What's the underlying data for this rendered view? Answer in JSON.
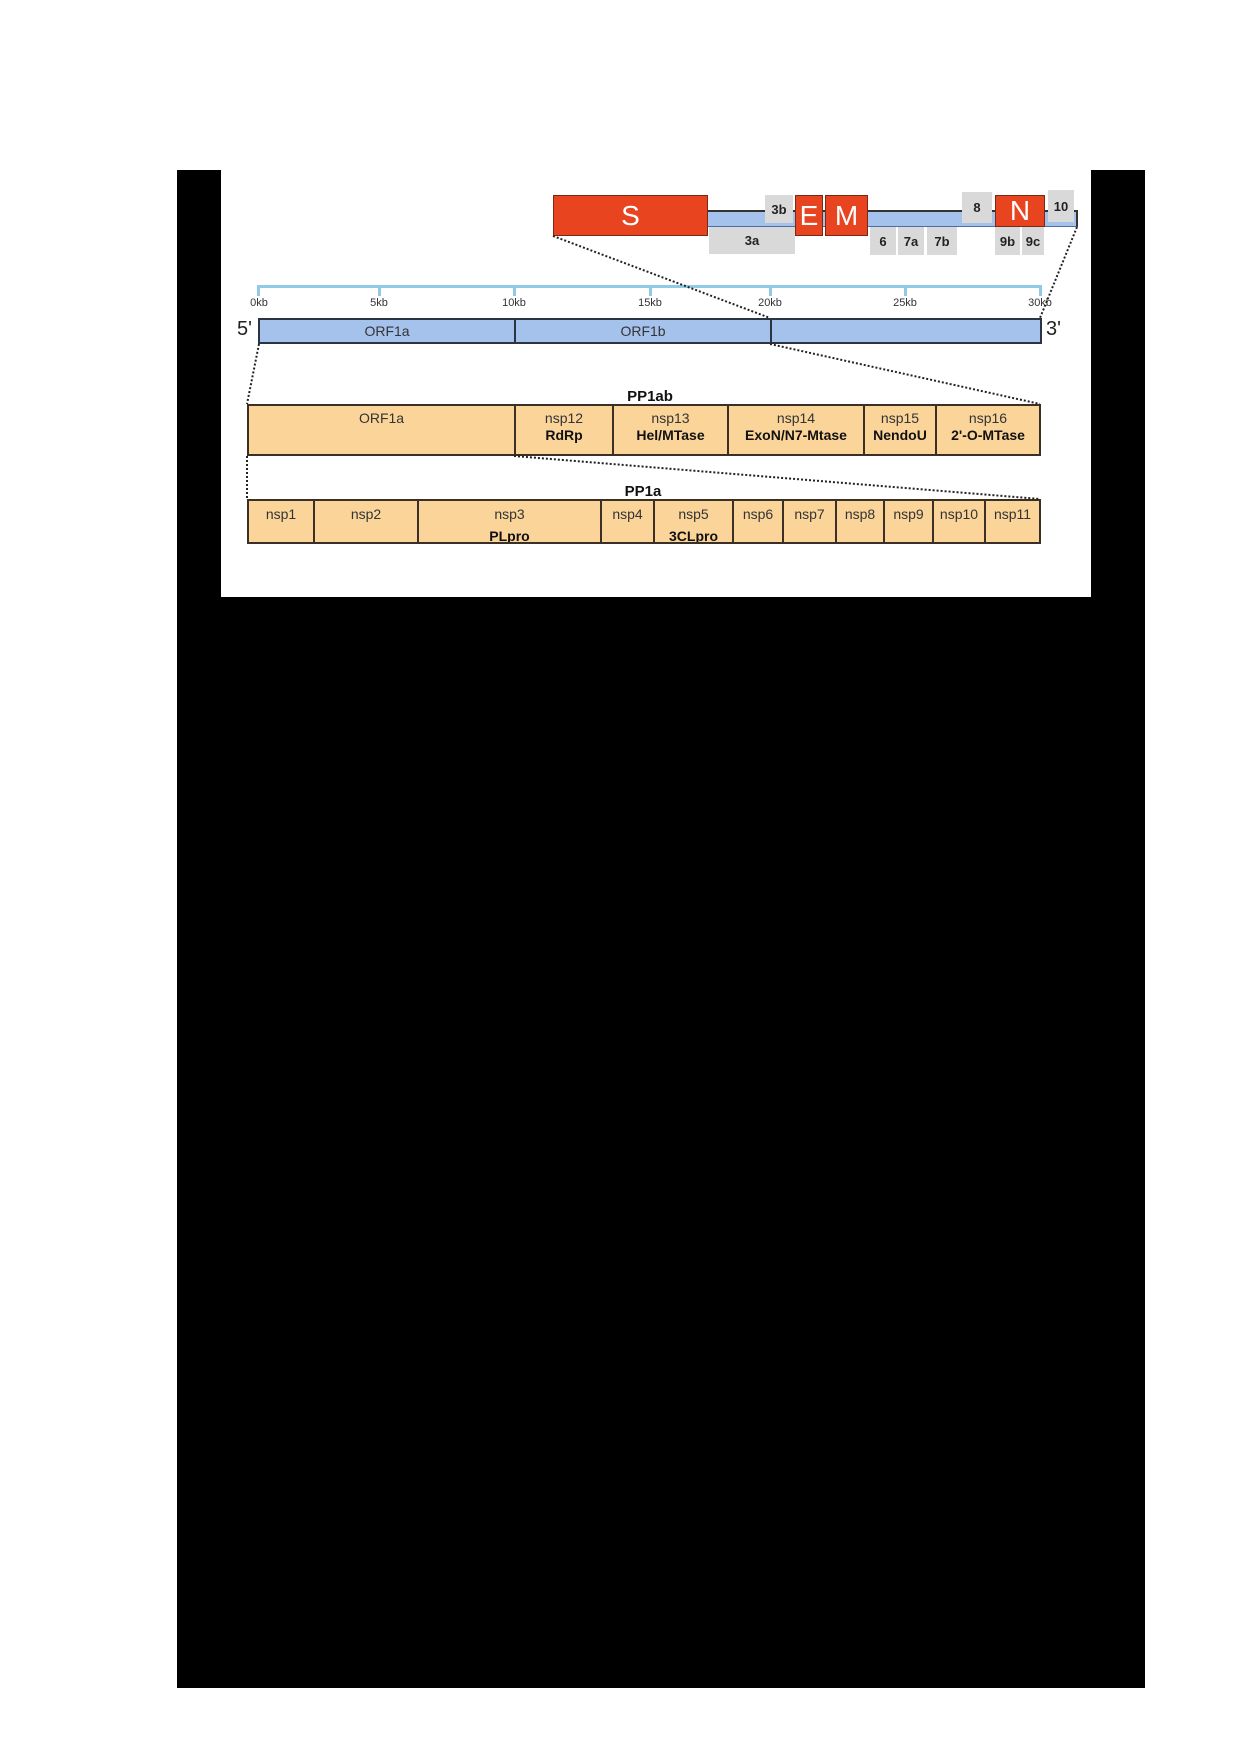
{
  "structural_genes": [
    {
      "label": "S",
      "color": "#e8441f"
    },
    {
      "label": "E",
      "color": "#e8441f"
    },
    {
      "label": "M",
      "color": "#e8441f"
    },
    {
      "label": "N",
      "color": "#e8441f"
    }
  ],
  "accessory_genes": [
    "3a",
    "3b",
    "6",
    "7a",
    "7b",
    "8",
    "9b",
    "9c",
    "10"
  ],
  "scale": {
    "ticks": [
      "0kb",
      "5kb",
      "10kb",
      "15kb",
      "20kb",
      "25kb",
      "30kb"
    ]
  },
  "genome": {
    "five_prime": "5'",
    "three_prime": "3'",
    "segments": [
      "ORF1a",
      "ORF1b",
      ""
    ]
  },
  "pp1ab": {
    "title": "PP1ab",
    "segments": [
      {
        "name": "ORF1a",
        "function": ""
      },
      {
        "name": "nsp12",
        "function": "RdRp"
      },
      {
        "name": "nsp13",
        "function": "Hel/MTase"
      },
      {
        "name": "nsp14",
        "function": "ExoN/N7-Mtase"
      },
      {
        "name": "nsp15",
        "function": "NendoU"
      },
      {
        "name": "nsp16",
        "function": "2'-O-MTase"
      }
    ]
  },
  "pp1a": {
    "title": "PP1a",
    "segments": [
      {
        "name": "nsp1",
        "function": ""
      },
      {
        "name": "nsp2",
        "function": ""
      },
      {
        "name": "nsp3",
        "function": "PLpro"
      },
      {
        "name": "nsp4",
        "function": ""
      },
      {
        "name": "nsp5",
        "function": "3CLpro"
      },
      {
        "name": "nsp6",
        "function": ""
      },
      {
        "name": "nsp7",
        "function": ""
      },
      {
        "name": "nsp8",
        "function": ""
      },
      {
        "name": "nsp9",
        "function": ""
      },
      {
        "name": "nsp10",
        "function": ""
      },
      {
        "name": "nsp11",
        "function": ""
      }
    ]
  },
  "colors": {
    "structural": "#e8441f",
    "accessory": "#d9d9d9",
    "genome": "#a4c2ec",
    "polyprotein": "#fbd499",
    "scale": "#8fcbe6"
  }
}
